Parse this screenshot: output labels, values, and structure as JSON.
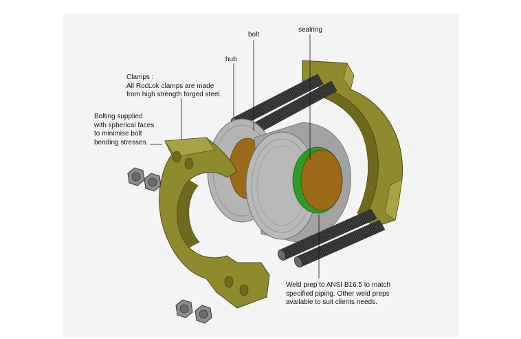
{
  "labels": {
    "bolt": "bolt",
    "sealring": "sealring",
    "hub": "hub",
    "clamps": [
      "Clamps :",
      "All RocLok clamps are made",
      "from high strength forged steel."
    ],
    "bolting": [
      "Bolting supplied",
      "with spherical faces",
      "to minimise bolt",
      "bending stresses."
    ],
    "weldprep": [
      "Weld prep to ANSI B16.5 to match",
      "specified piping. Other weld preps",
      "available to suit clients needs."
    ]
  },
  "colors": {
    "clamp": "#8f8a2e",
    "clamp_dark": "#6f6a1f",
    "hub": "#b4b4b4",
    "hub_dark": "#8d8d8d",
    "bore": "#9a6a18",
    "seal": "#2e9a2a",
    "bolt": "#3a3a3a"
  }
}
